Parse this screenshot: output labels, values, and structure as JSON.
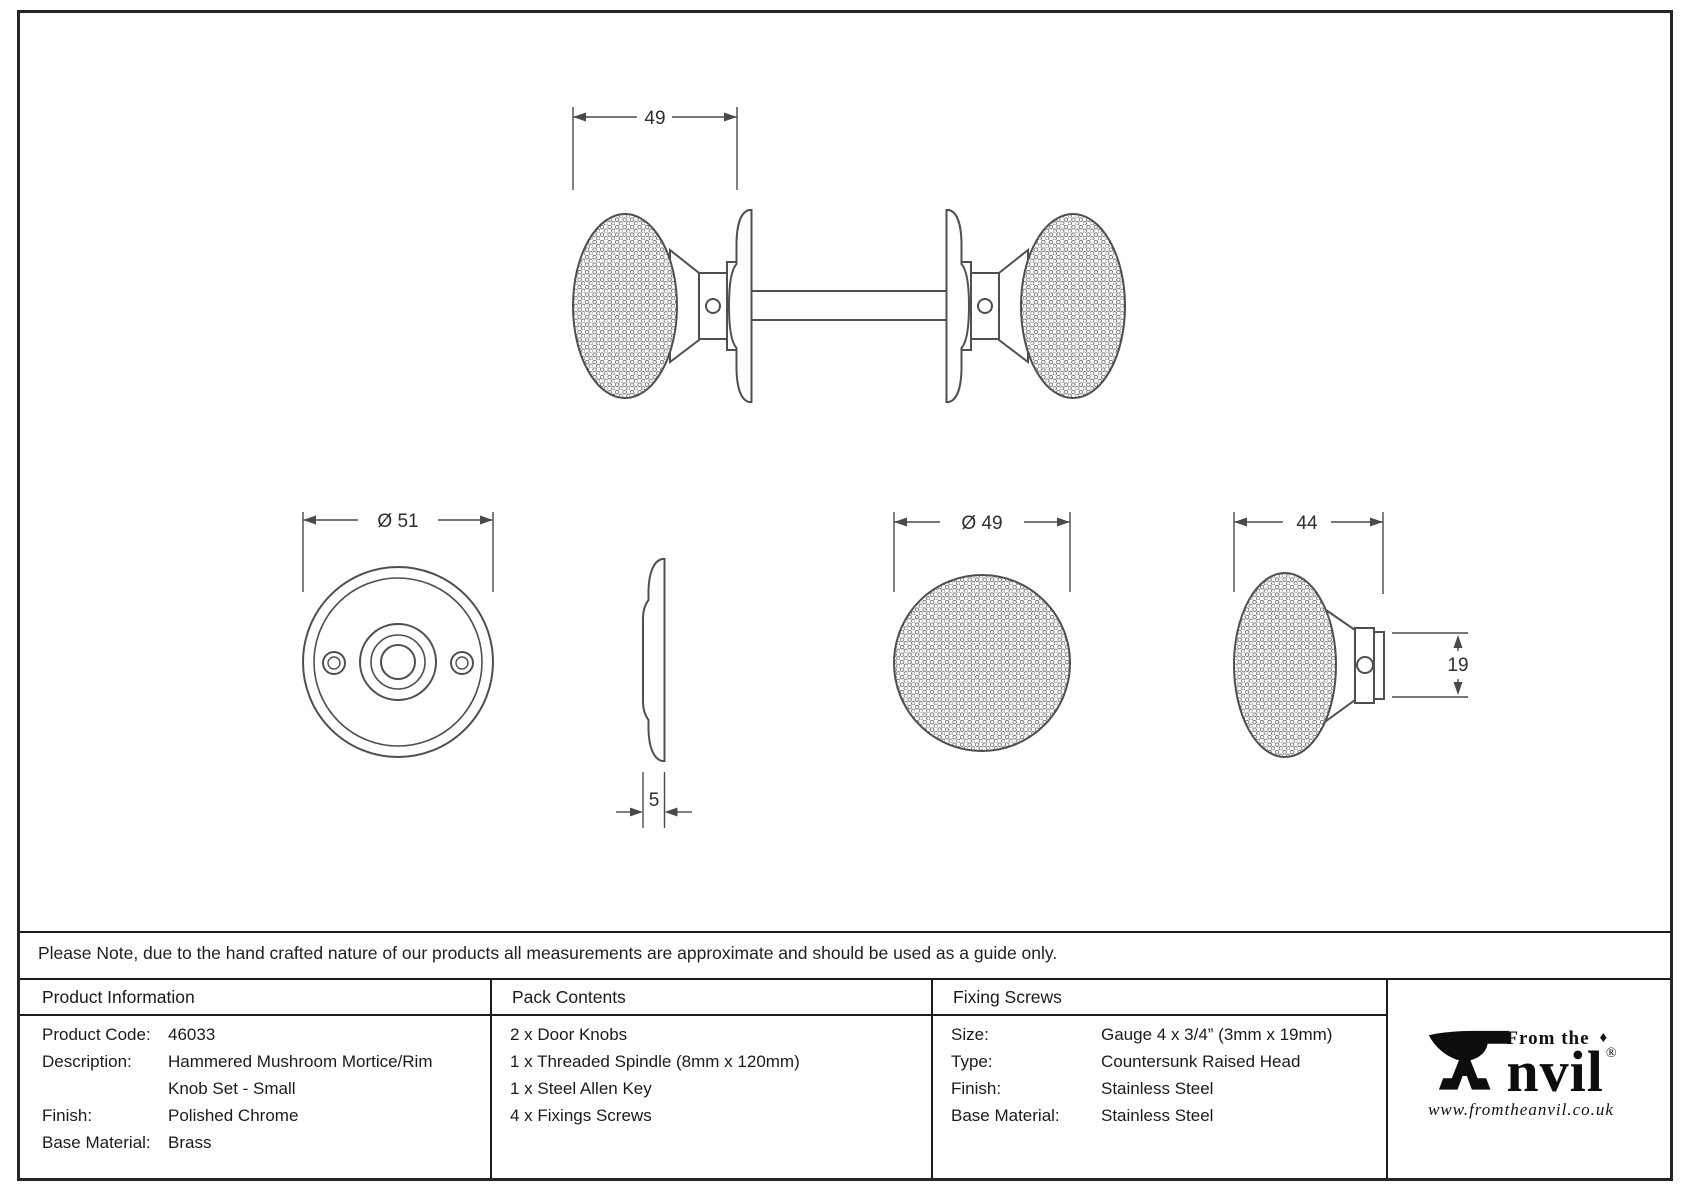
{
  "note": "Please Note, due to the hand crafted nature of our products all measurements are approximate and should be used as a guide only.",
  "dimensions": {
    "assembly_depth": "49",
    "rose_diameter": "Ø 51",
    "rose_thickness": "5",
    "knob_face_diameter": "Ø 49",
    "knob_projection": "44",
    "knob_neck": "19"
  },
  "product_information": {
    "title": "Product Information",
    "rows": [
      {
        "label": "Product Code:",
        "value": "46033"
      },
      {
        "label": "Description:",
        "value": "Hammered Mushroom Mortice/Rim"
      },
      {
        "label": "",
        "value": "Knob Set - Small"
      },
      {
        "label": "Finish:",
        "value": "Polished Chrome"
      },
      {
        "label": "Base Material:",
        "value": "Brass"
      }
    ]
  },
  "pack_contents": {
    "title": "Pack Contents",
    "items": [
      "2 x Door Knobs",
      "1 x Threaded Spindle (8mm x 120mm)",
      "1 x Steel Allen Key",
      "4 x Fixings Screws"
    ]
  },
  "fixing_screws": {
    "title": "Fixing Screws",
    "rows": [
      {
        "label": "Size:",
        "value": "Gauge 4 x 3/4” (3mm x 19mm)"
      },
      {
        "label": "Type:",
        "value": "Countersunk Raised Head"
      },
      {
        "label": "Finish:",
        "value": "Stainless Steel"
      },
      {
        "label": "Base Material:",
        "value": "Stainless Steel"
      }
    ]
  },
  "brand": {
    "from_the": "From the",
    "name": "nvil",
    "registered": "®",
    "url": "www.fromtheanvil.co.uk"
  },
  "colors": {
    "line": "#4f4f4f",
    "dim": "#4a4a4a",
    "border": "#1c1c1c"
  }
}
